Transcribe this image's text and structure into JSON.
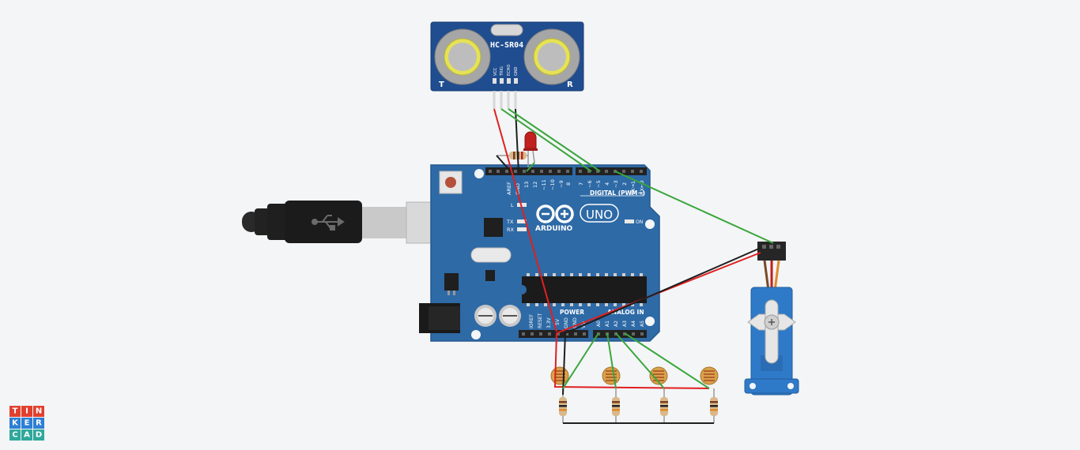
{
  "app": {
    "logo": [
      "T",
      "I",
      "N",
      "K",
      "E",
      "R",
      "C",
      "A",
      "D"
    ],
    "logo_colors": [
      "#e2402f",
      "#e2402f",
      "#e2402f",
      "#2d7fd3",
      "#2d7fd3",
      "#2d7fd3",
      "#2fa89a",
      "#2fa89a",
      "#2fa89a"
    ]
  },
  "sensor": {
    "model": "HC-SR04",
    "pins": [
      "VCC",
      "TRIG",
      "ECHO",
      "GND"
    ],
    "left_letter": "T",
    "right_letter": "R"
  },
  "board": {
    "brand": "ARDUINO",
    "model": "UNO",
    "digital_header_label": "DIGITAL (PWM~)",
    "aref": "AREF",
    "gnd": "GND",
    "digital_pins": [
      "13",
      "12",
      "~11",
      "~10",
      "~9",
      "8",
      "7",
      "~6",
      "~5",
      "4",
      "~3",
      "2",
      "TX→1",
      "RX←0"
    ],
    "led_l": "L",
    "led_tx": "TX",
    "led_rx": "RX",
    "on_label": "ON",
    "power_label": "POWER",
    "analog_label": "ANALOG IN",
    "power_pins": [
      "IOREF",
      "RESET",
      "3.3V",
      "5V",
      "GND",
      "GND",
      "Vin"
    ],
    "analog_pins": [
      "A0",
      "A1",
      "A2",
      "A3",
      "A4",
      "A5"
    ]
  },
  "colors": {
    "board": "#2e6aa6",
    "wire_power": "#e0201f",
    "wire_ground": "#1e1e1e",
    "wire_signal": "#3aa63a",
    "servo": "#2f7ac8",
    "led": "#c0201e"
  },
  "components": {
    "usb_cable": "usb-cable",
    "servo": "micro-servo",
    "ldr_count": 4,
    "resistor_count": 5
  }
}
